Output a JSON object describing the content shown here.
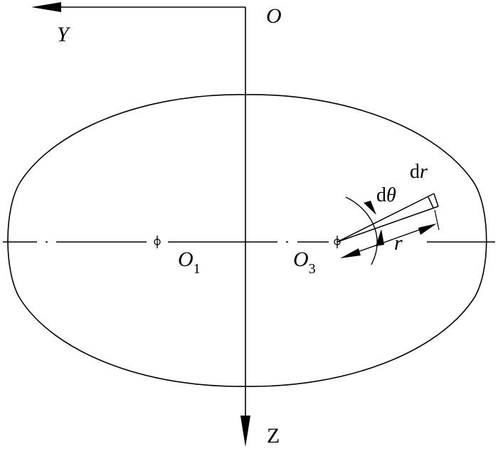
{
  "labels": {
    "origin": "O",
    "y_axis": "Y",
    "z_axis": "Z",
    "center_1": "O",
    "center_1_sub": "1",
    "center_3": "O",
    "center_3_sub": "3",
    "dtheta_d": "d",
    "dtheta_sym": "θ",
    "dr_d": "d",
    "dr_sym": "r",
    "radius": "r"
  },
  "colors": {
    "ink": "#000000",
    "background": "#ffffff"
  }
}
